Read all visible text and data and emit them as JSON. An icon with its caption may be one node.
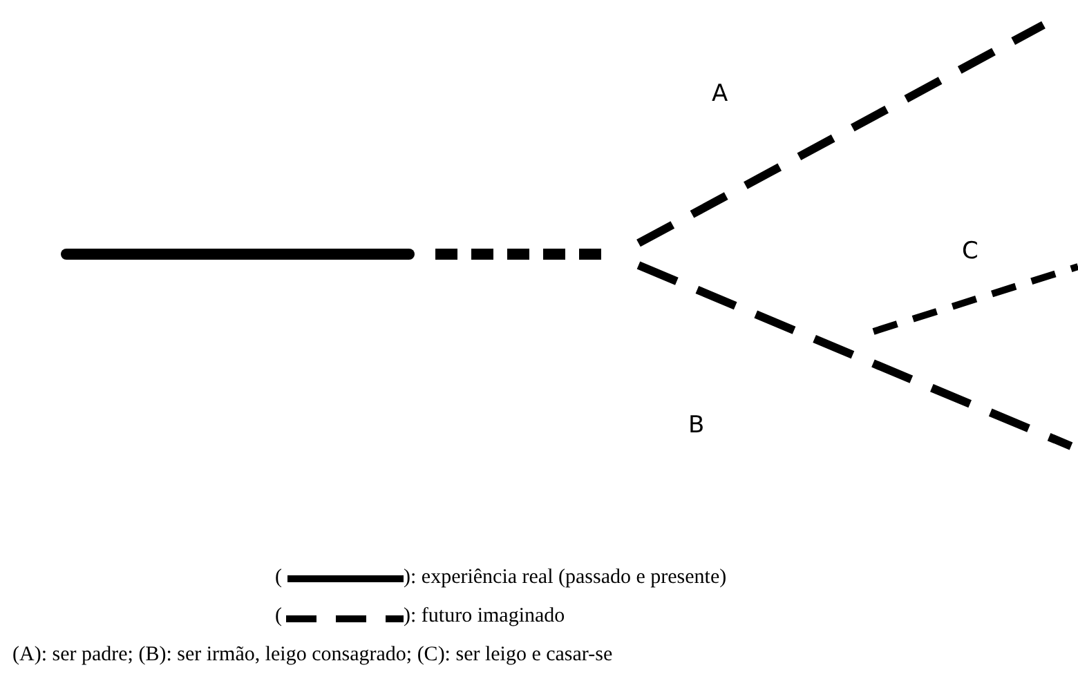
{
  "diagram": {
    "labels": [
      "A",
      "C",
      "B",
      "(",
      "(",
      "(A): ser padre; (B): ser irmão, leigo consagrado; (C): ser leigo e casar-se"
    ],
    "legend": [
      {
        "text": "): experiência real (passado e presente)"
      },
      {
        "text": "): futuro imaginado"
      }
    ]
  }
}
